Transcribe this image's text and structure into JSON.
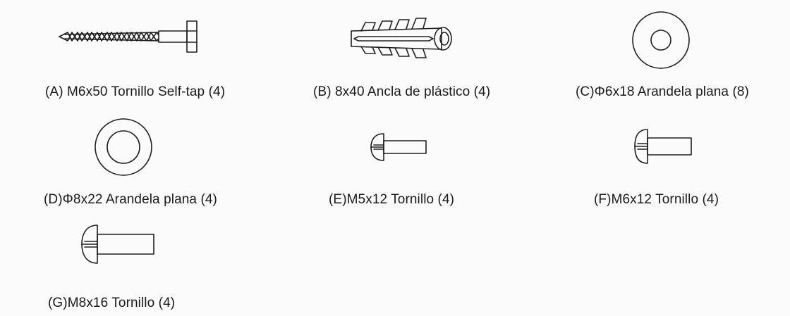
{
  "parts": [
    {
      "caption": "(A) M6x50 Tornillo Self-tap (4)",
      "icon": "self-tapping-screw"
    },
    {
      "caption": "(B) 8x40 Ancla de plástico (4)",
      "icon": "plastic-anchor"
    },
    {
      "caption": "(C)Φ6x18 Arandela plana (8)",
      "icon": "flat-washer"
    },
    {
      "caption": "(D)Φ8x22 Arandela plana (4)",
      "icon": "flat-washer"
    },
    {
      "caption": "(E)M5x12 Tornillo (4)",
      "icon": "machine-screw"
    },
    {
      "caption": "(F)M6x12 Tornillo (4)",
      "icon": "machine-screw"
    },
    {
      "caption": "(G)M8x16 Tornillo (4)",
      "icon": "machine-screw"
    }
  ]
}
